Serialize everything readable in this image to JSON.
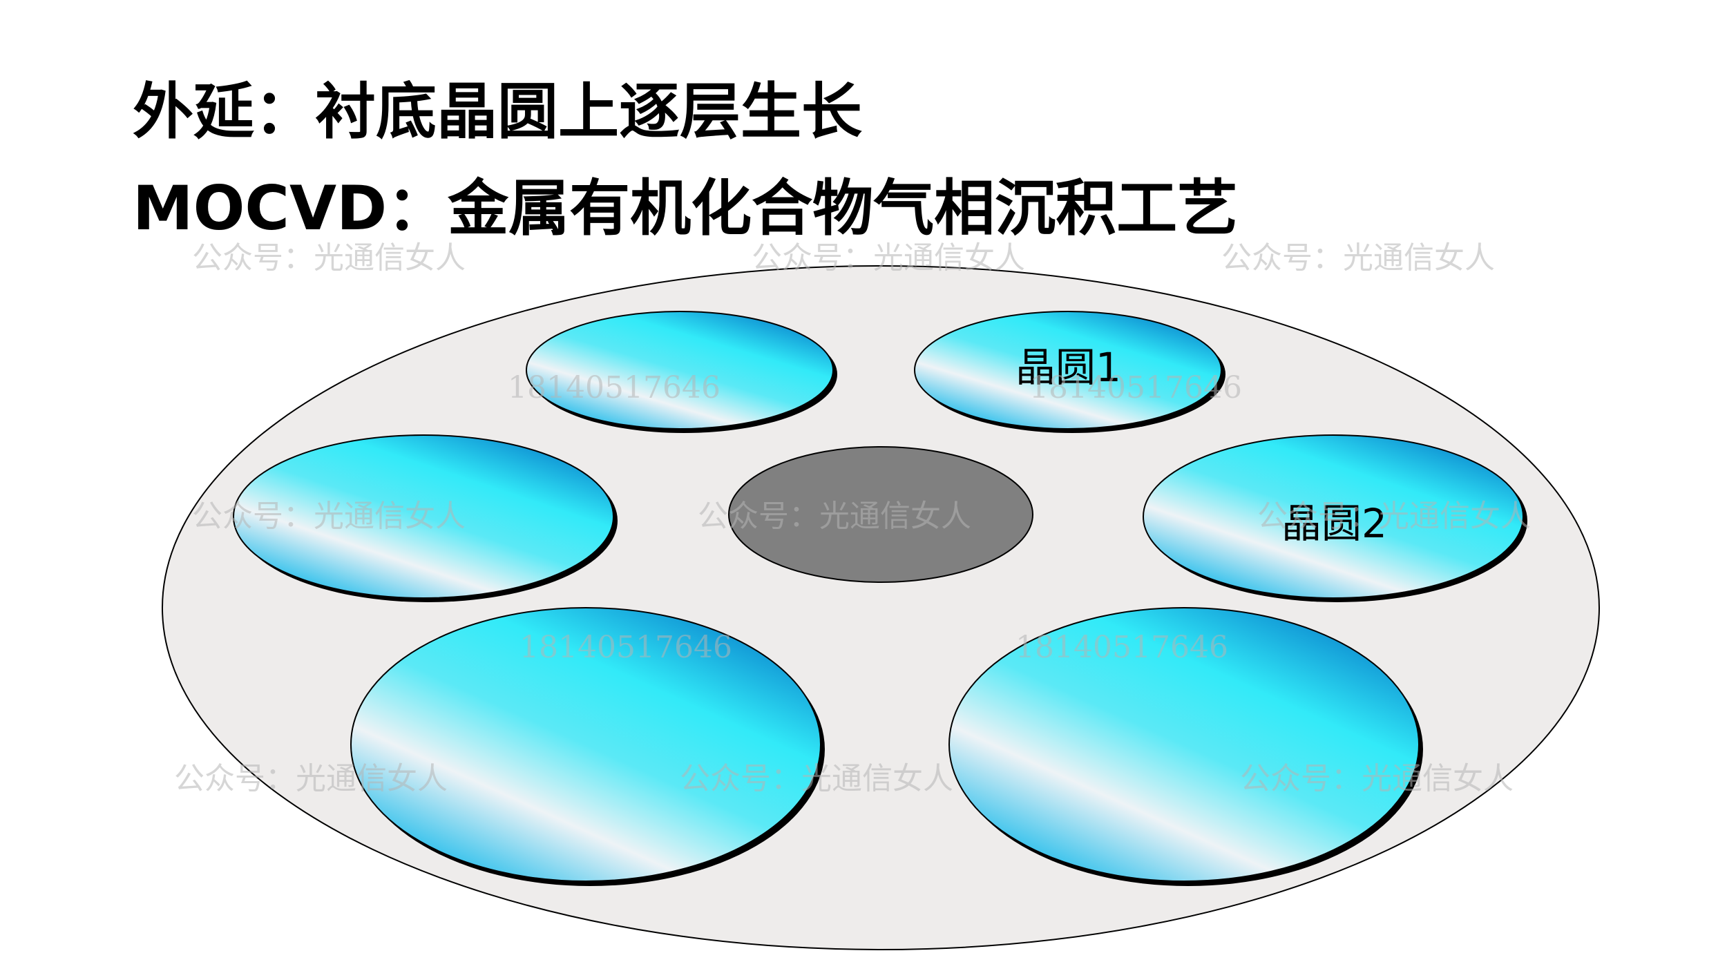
{
  "title_line1": "外延：衬底晶圆上逐层生长",
  "title_line2": "MOCVD：金属有机化合物气相沉积工艺",
  "wafer_labels": {
    "wafer1": "晶圆1",
    "wafer2": "晶圆2"
  },
  "watermark": {
    "account": "公众号：光通信女人",
    "phone": "18140517646"
  },
  "colors": {
    "platter_fill": "#eeeceb",
    "wafer_edge": "#00b7ea",
    "wafer_mid": "#30ecf8",
    "wafer_shine": "#f3f3f3",
    "wafer_dark": "#0b86ce",
    "center_hub": "#808080"
  }
}
